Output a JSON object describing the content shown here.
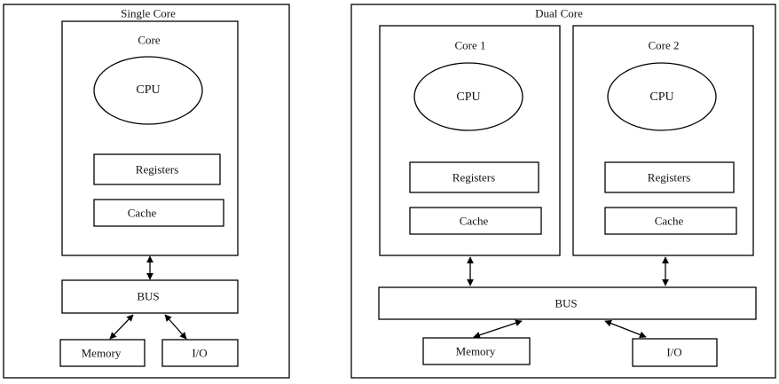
{
  "single": {
    "title": "Single Core",
    "core_label": "Core",
    "cpu": "CPU",
    "registers": "Registers",
    "cache": "Cache",
    "bus": "BUS",
    "memory": "Memory",
    "io": "I/O"
  },
  "dual": {
    "title": "Dual Core",
    "core1_label": "Core 1",
    "core2_label": "Core 2",
    "cpu": "CPU",
    "registers": "Registers",
    "cache": "Cache",
    "bus": "BUS",
    "memory": "Memory",
    "io": "I/O"
  }
}
